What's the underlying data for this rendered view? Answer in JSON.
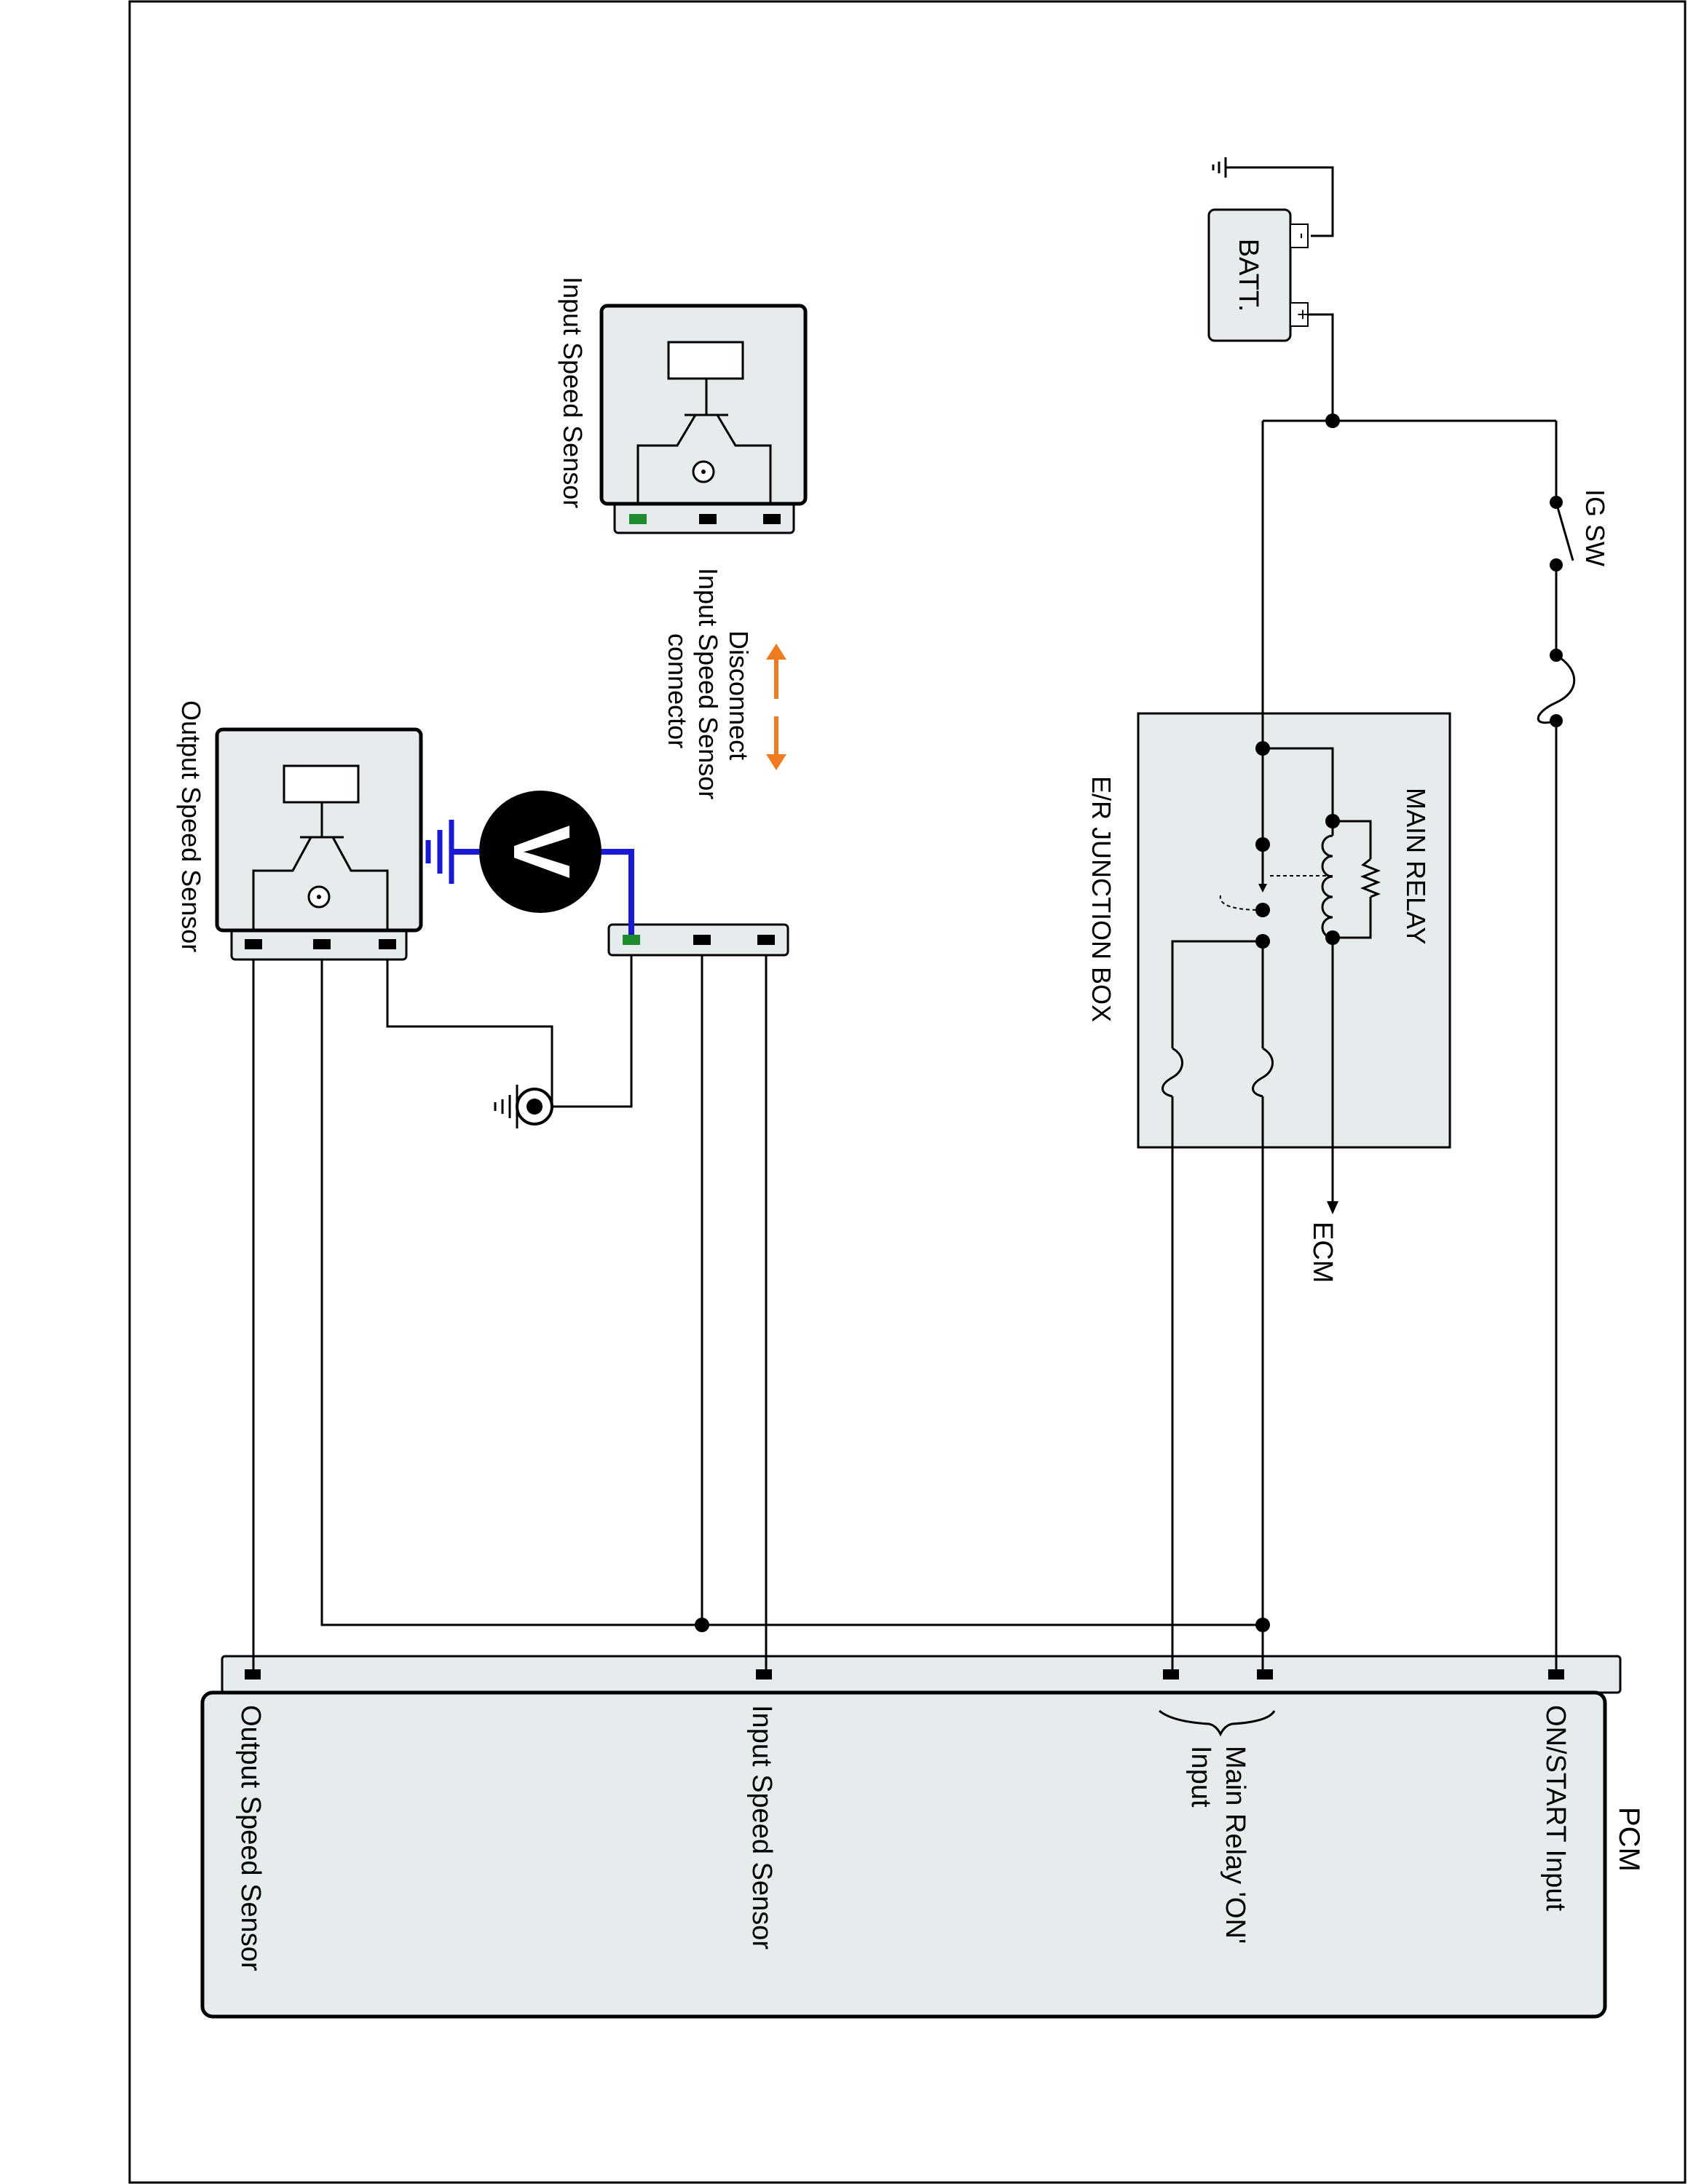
{
  "labels": {
    "pcm": "PCM",
    "pcm_on_start": "ON/START Input",
    "pcm_main_relay_line1": "Main Relay 'ON'",
    "pcm_main_relay_line2": "Input",
    "pcm_input_speed": "Input Speed Sensor",
    "pcm_output_speed": "Output Speed Sensor",
    "battery": "BATT.",
    "battery_plus": "+",
    "battery_minus": "-",
    "ig_sw": "IG SW",
    "main_relay": "MAIN RELAY",
    "junction_box": "E/R JUNCTION BOX",
    "ecm": "ECM",
    "input_sensor": "Input Speed Sensor",
    "output_sensor": "Output Speed Sensor",
    "disconnect_line1": "Disconnect",
    "disconnect_line2": "Input Speed Sensor",
    "disconnect_line3": "connector",
    "voltmeter": "V"
  },
  "colors": {
    "component_fill": "#e6ecee",
    "probe_wire": "#1a1ad6",
    "active_pin": "#1e8c2e",
    "arrow": "#f07a1e"
  }
}
